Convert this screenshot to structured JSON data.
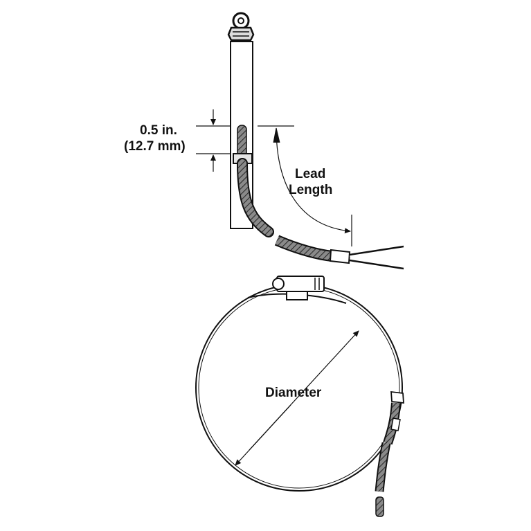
{
  "labels": {
    "offset_inches": "0.5 in.",
    "offset_mm": "(12.7 mm)",
    "lead_length_line1": "Lead",
    "lead_length_line2": "Length",
    "diameter": "Diameter"
  },
  "colors": {
    "ink": "#111111",
    "tube_fill": "#ffffff",
    "braid_fill": "#6b6b6b",
    "background": "#ffffff"
  }
}
